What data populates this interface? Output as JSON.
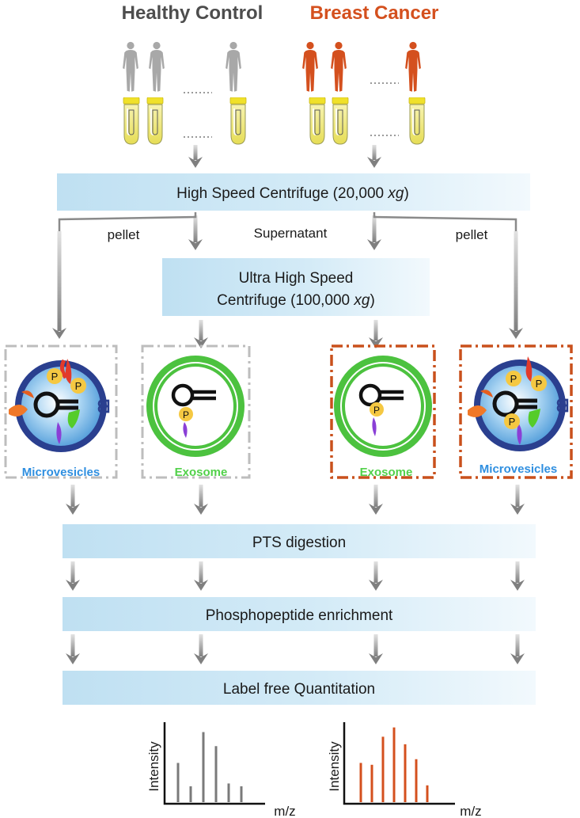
{
  "groups": {
    "healthy": {
      "title": "Healthy Control",
      "color": "#4d4d4d",
      "figure_color": "#a8a8a8"
    },
    "cancer": {
      "title": "Breast Cancer",
      "color": "#d4501e",
      "figure_color": "#d4501e"
    }
  },
  "steps": {
    "centrifuge1": {
      "text": "High Speed Centrifuge (20,000 ",
      "italic": "xg",
      "close": ")"
    },
    "pellet_left": "pellet",
    "supernatant": "Supernatant",
    "pellet_right": "pellet",
    "centrifuge2_line1": "Ultra High Speed",
    "centrifuge2_line2": {
      "text": "Centrifuge (100,000 ",
      "italic": "xg",
      "close": ")"
    },
    "digestion": "PTS digestion",
    "enrichment": "Phosphopeptide enrichment",
    "quantitation": "Label free Quantitation"
  },
  "vesicles": {
    "mv_label": "Microvesicles",
    "exo_label": "Exosome",
    "phospho_label": "P"
  },
  "spectra": {
    "y_label": "Intensity",
    "x_label": "m/z",
    "healthy_peaks": [
      0.42,
      0.17,
      0.75,
      0.6,
      0.2,
      0.17
    ],
    "cancer_peaks": [
      0.42,
      0.4,
      0.7,
      0.8,
      0.62,
      0.46,
      0.18
    ]
  },
  "colors": {
    "box_fill": "#c6e3f3",
    "arrow": "#8c8c8c",
    "mv_text": "#2f8fe0",
    "exo_text": "#52d14a",
    "membrane_green": "#4cc23f",
    "vesicle_blue": "#2a3f8f",
    "orange_dash": "#c9501c",
    "gray_dash": "#bdbdbd"
  }
}
